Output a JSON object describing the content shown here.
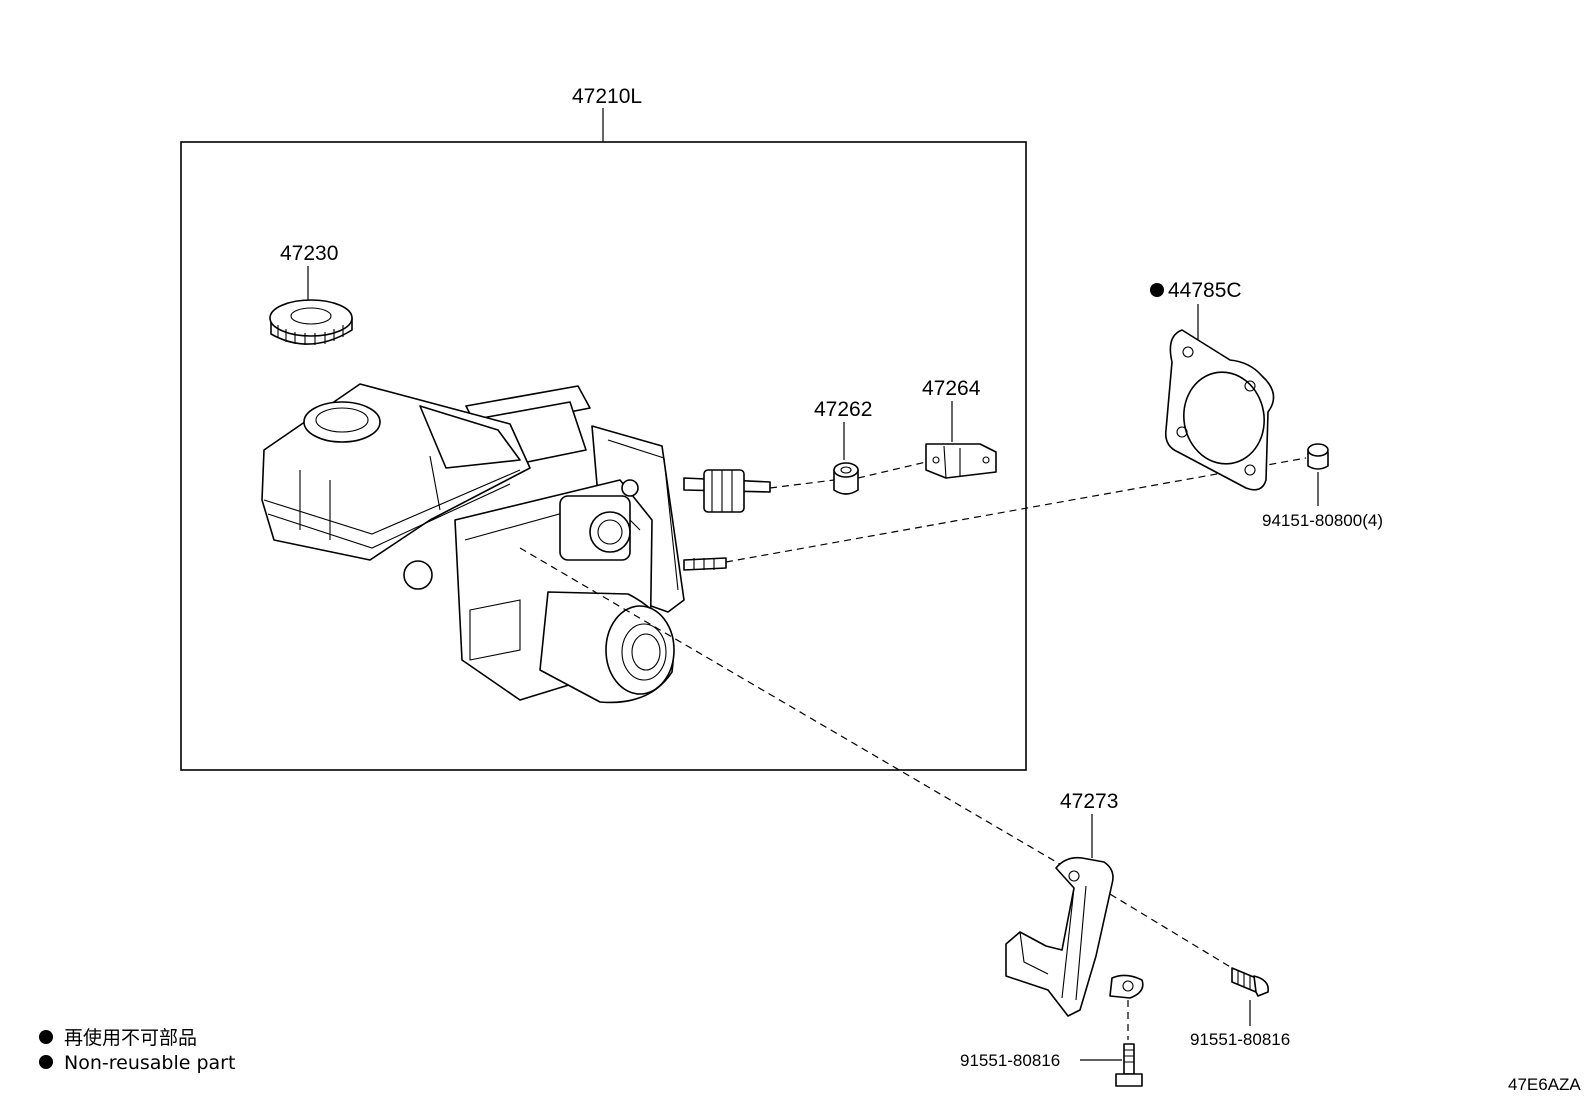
{
  "parts": {
    "assembly": "47210L",
    "cap": "47230",
    "gasket": "44785C",
    "bushing": "47262",
    "clevis": "47264",
    "nut": "94151-80800(4)",
    "bracket": "47273",
    "bolt_right": "91551-80816",
    "bolt_bottom": "91551-80816"
  },
  "legend": {
    "line1": "再使用不可部品",
    "line2": "Non-reusable part"
  },
  "diagram_code": "47E6AZA"
}
